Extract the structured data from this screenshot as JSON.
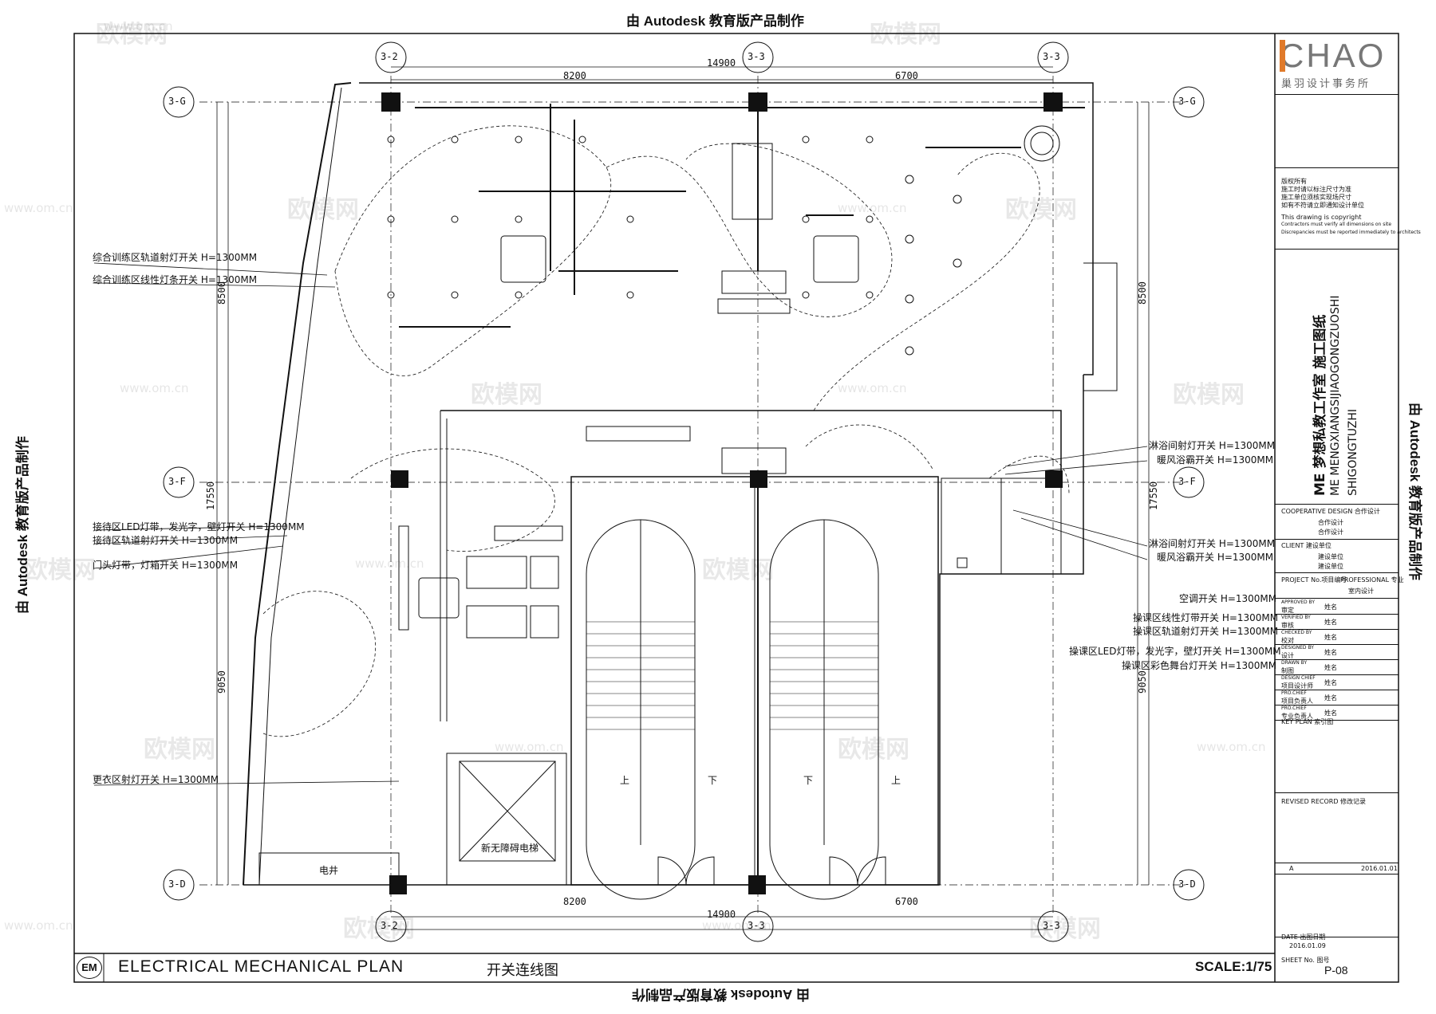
{
  "banner": {
    "top": "由 Autodesk 教育版产品制作",
    "bottom": "由 Autodesk 教育版产品制作",
    "left": "由 Autodesk 教育版产品制作",
    "right": "由 Autodesk 教育版产品制作"
  },
  "watermark": {
    "brand": "欧模网",
    "url": "www.om.cn"
  },
  "grid": {
    "columns": [
      "3-2",
      "3-3",
      "3-3"
    ],
    "rows": [
      "3-G",
      "3-F",
      "3-D"
    ]
  },
  "dimensions": {
    "top": [
      "14900",
      "8200",
      "6700"
    ],
    "bottom": [
      "14900",
      "8200",
      "6700"
    ],
    "left": [
      "8500",
      "17550",
      "9050"
    ],
    "right": [
      "8500",
      "17550",
      "9050"
    ]
  },
  "left_notes": [
    "综合训练区轨道射灯开关 H=1300MM",
    "综合训练区线性灯条开关 H=1300MM",
    "接待区LED灯带，发光字，壁灯开关 H=1300MM",
    "接待区轨道射灯开关 H=1300MM",
    "门头灯带，灯箱开关 H=1300MM",
    "更衣区射灯开关 H=1300MM"
  ],
  "right_notes": [
    "淋浴间射灯开关 H=1300MM",
    "暖风浴霸开关 H=1300MM",
    "淋浴间射灯开关 H=1300MM",
    "暖风浴霸开关 H=1300MM",
    "空调开关 H=1300MM",
    "操课区线性灯带开关 H=1300MM",
    "操课区轨道射灯开关 H=1300MM",
    "操课区LED灯带，发光字，壁灯开关 H=1300MM",
    "操课区彩色舞台灯开关 H=1300MM"
  ],
  "plan_labels": {
    "elevator": "新无障碍电梯",
    "shaft": "电井",
    "stair_up": "上",
    "stair_down": "下"
  },
  "title_bar": {
    "code": "EM",
    "title": "ELECTRICAL MECHANICAL PLAN",
    "subtitle": "开关连线图",
    "scale": "SCALE:1/75",
    "sheet_no": "P-08"
  },
  "title_block": {
    "logo": "CHAO",
    "firm": "巢羽设计事务所",
    "notes": [
      "版权所有",
      "施工时请以标注尺寸为准",
      "施工单位须核实现场尺寸",
      "如有不符请立即通知设计单位",
      "This drawing is copyright",
      "Contractors must verify all dimensions on site",
      "Discrepancies must be reported immediately to architects"
    ],
    "project_cn": "ME 梦想私教工作室 施工图纸",
    "project_pinyin_1": "ME MENGXIANGSIJIAOGONGZUOSHI",
    "project_pinyin_2": "SHIGONGTUZHI",
    "cooperative_label": "COOPERATIVE DESIGN 合作设计",
    "cooperative_values": [
      "合作设计",
      "合作设计"
    ],
    "client_label": "CLIENT 建设单位",
    "client_values": [
      "建设单位",
      "建设单位"
    ],
    "project_no_label": "PROJECT No.项目编号",
    "professional_label": "PROFESSIONAL 专业",
    "professional_value": "室内设计",
    "roles": [
      {
        "en": "APPROVED BY",
        "cn": "审定",
        "sig": "姓名"
      },
      {
        "en": "VERIFIED BY",
        "cn": "审核",
        "sig": "姓名"
      },
      {
        "en": "CHECKED BY",
        "cn": "校对",
        "sig": "姓名"
      },
      {
        "en": "DESIGNED BY",
        "cn": "设计",
        "sig": "姓名"
      },
      {
        "en": "DRAWN BY",
        "cn": "制图",
        "sig": "姓名"
      },
      {
        "en": "DESIGN CHIEF",
        "cn": "项目设计师",
        "sig": "姓名"
      },
      {
        "en": "PRO.CHIEF",
        "cn": "项目负责人",
        "sig": "姓名"
      },
      {
        "en": "PRO.CHIEF",
        "cn": "专业负责人",
        "sig": "姓名"
      }
    ],
    "key_plan_label": "KEY PLAN 索引图",
    "revised_label": "REVISED RECORD 修改记录",
    "revision": "A",
    "revision_date": "2016.01.01",
    "date_label": "DATE 出图日期",
    "date_value": "2016.01.09",
    "sheet_label": "SHEET No. 图号"
  },
  "colors": {
    "ink": "#111111",
    "logo_accent": "#e07a2a",
    "logo_grey": "#777777"
  }
}
